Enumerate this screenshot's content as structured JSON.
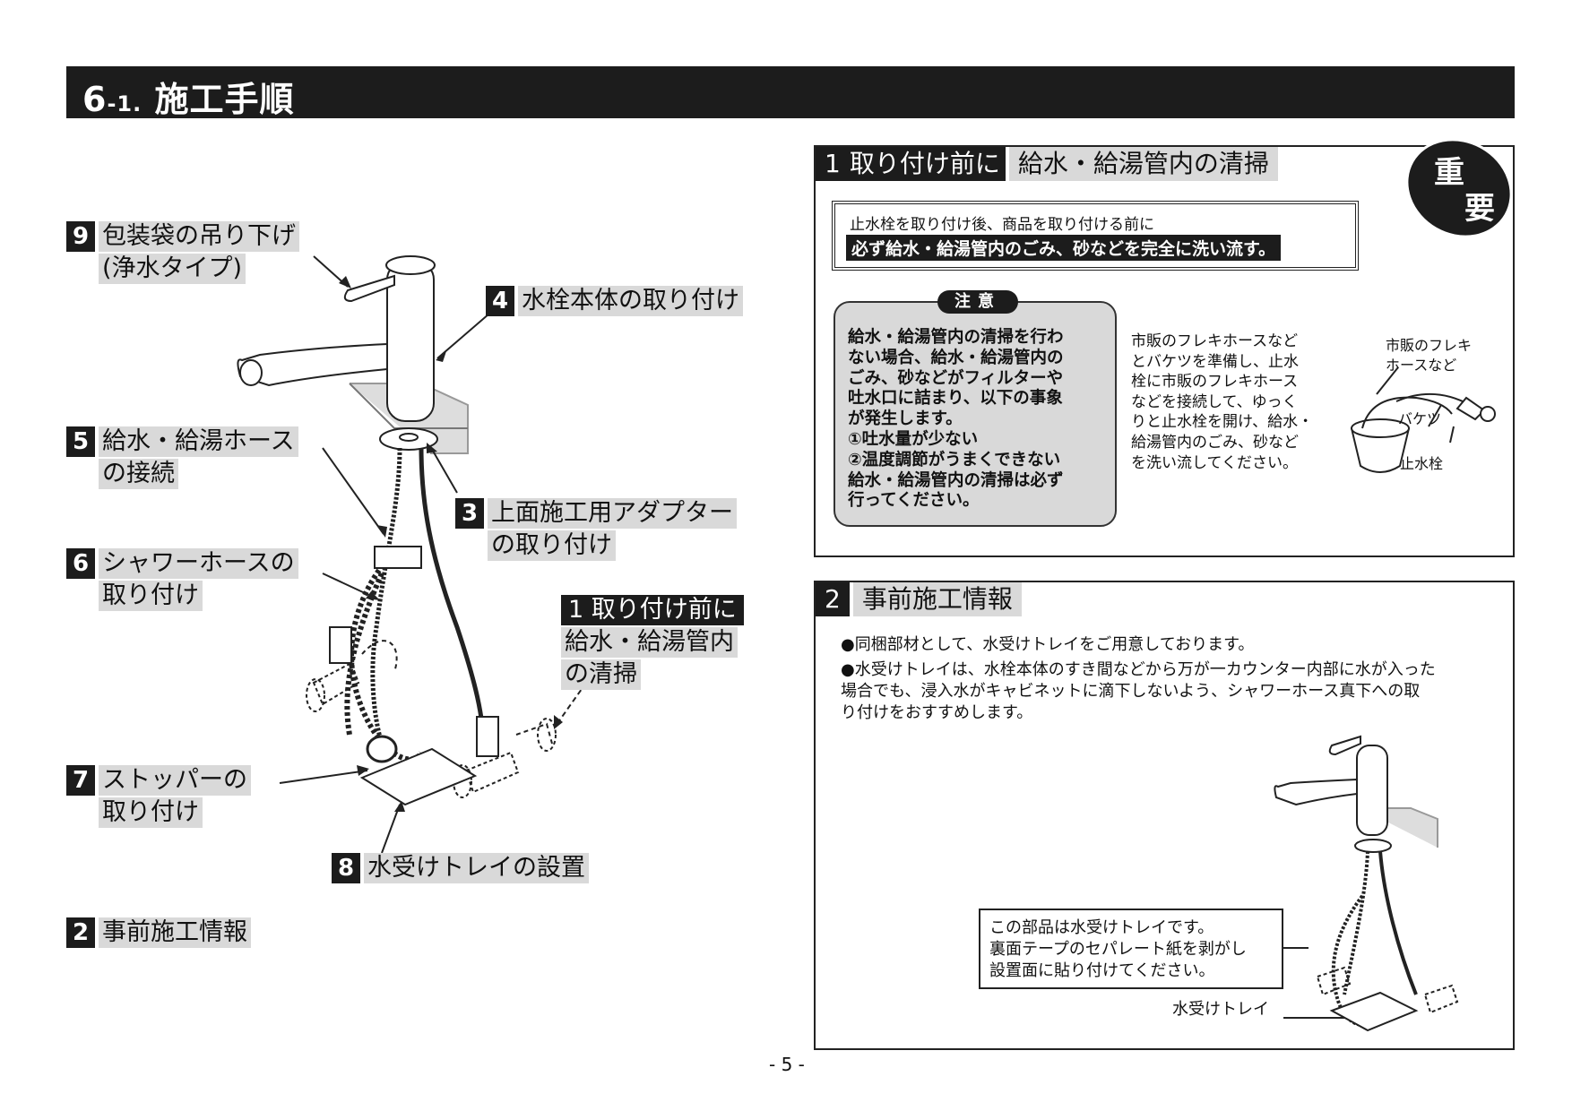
{
  "header": {
    "title_num": "6",
    "title_sub": "-1.",
    "title_text": "施工手順"
  },
  "steps": [
    {
      "num": "9",
      "line1": "包装袋の吊り下げ",
      "line2": "(浄水タイプ)"
    },
    {
      "num": "4",
      "line1": "水栓本体の取り付け"
    },
    {
      "num": "5",
      "line1": "給水・給湯ホース",
      "line2": "の接続"
    },
    {
      "num": "3",
      "line1": "上面施工用アダプター",
      "line2": "の取り付け"
    },
    {
      "num": "6",
      "line1": "シャワーホースの",
      "line2": "取り付け"
    },
    {
      "num": "1",
      "line1": "取り付け前に",
      "line2": "給水・給湯管内",
      "line3": "の清掃"
    },
    {
      "num": "7",
      "line1": "ストッパーの",
      "line2": "取り付け"
    },
    {
      "num": "8",
      "line1": "水受けトレイの設置"
    },
    {
      "num": "2",
      "line1": "事前施工情報"
    }
  ],
  "panel1": {
    "num": "1",
    "title_black": "取り付け前に",
    "title_gray": "給水・給湯管内の清掃",
    "important": [
      "重",
      "要"
    ],
    "warn_line1": "止水栓を取り付け後、商品を取り付ける前に",
    "warn_line2": "必ず給水・給湯管内のごみ、砂などを完全に洗い流す。",
    "caution_badge": "注意",
    "caution_lines": [
      "給水・給湯管内の清掃を行わ",
      "ない場合、給水・給湯管内の",
      "ごみ、砂などがフィルターや",
      "吐水口に詰まり、以下の事象",
      "が発生します。",
      " ①吐水量が少ない",
      " ②温度調節がうまくできない",
      "給水・給湯管内の清掃は必ず",
      "行ってください。"
    ],
    "desc_lines": [
      "市販のフレキホースなど",
      "とバケツを準備し、止水",
      "栓に市販のフレキホース",
      "などを接続して、ゆっく",
      "りと止水栓を開け、給水・",
      "給湯管内のごみ、砂など",
      "を洗い流してください。"
    ],
    "label_flex1": "市販のフレキ",
    "label_flex2": "ホースなど",
    "label_bucket": "バケツ",
    "label_valve": "止水栓"
  },
  "panel2": {
    "num": "2",
    "title": "事前施工情報",
    "bullets": [
      "●同梱部材として、水受けトレイをご用意しております。",
      "●水受けトレイは、水栓本体のすき間などから万が一カウンター内部に水が入った",
      "  場合でも、浸入水がキャビネットに滴下しないよう、シャワーホース真下への取",
      "  り付けをおすすめします。"
    ],
    "note_lines": [
      "この部品は水受けトレイです。",
      "裏面テープのセパレート紙を剥がし",
      "設置面に貼り付けてください。"
    ],
    "tray_label": "水受けトレイ"
  },
  "page_number": "- 5 -"
}
